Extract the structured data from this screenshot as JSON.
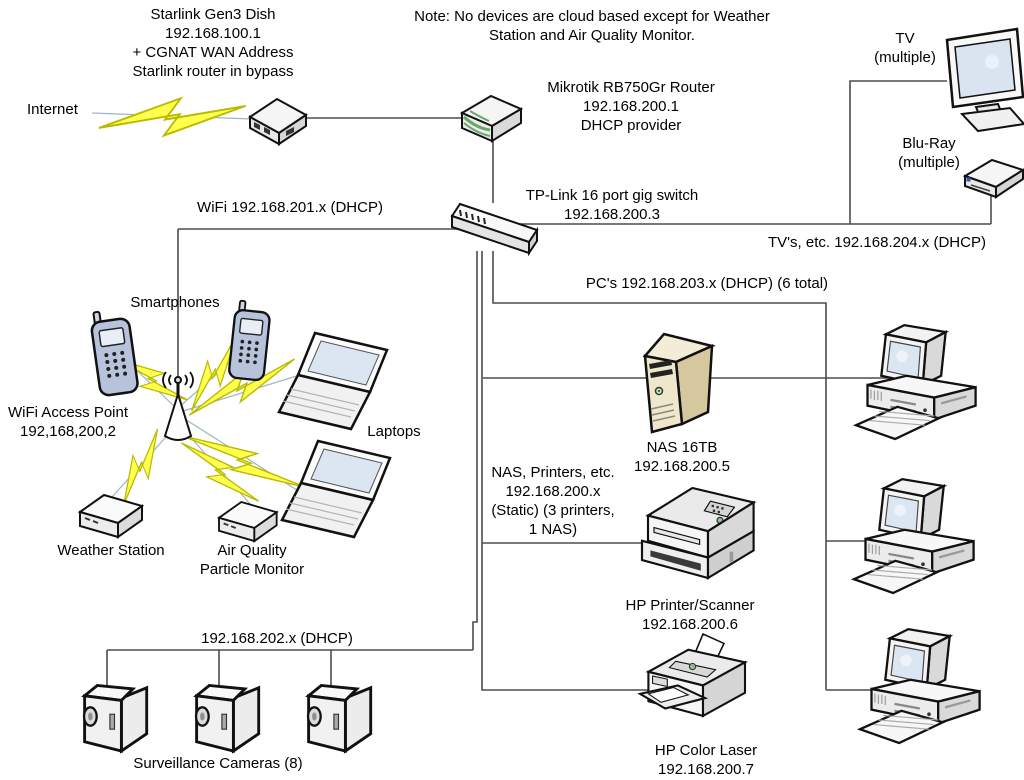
{
  "colors": {
    "background": "#ffffff",
    "link_line": "#4d4d4d",
    "wireless_line": "#9fb6bf",
    "bolt_fill": "#ffff4d",
    "bolt_stroke": "#b9b900",
    "nas_front": "#efe7cc",
    "nas_side": "#d6c89e",
    "screen_blue": "#dce6f2",
    "phone_body": "#b6c3da",
    "led_green": "#7fbf7f"
  },
  "icons": {
    "internet_link": "lightning-bolt",
    "starlink_modem": "modem-box",
    "router": "router-box",
    "switch": "switch-bar",
    "tv": "flat-tv",
    "bluray": "player-box",
    "smartphone": "mobile-phone",
    "access_point": "antenna-cone",
    "laptop": "notebook",
    "weather_station": "sensor-box",
    "air_quality": "sensor-box",
    "nas": "tower-server",
    "printer_scanner": "laser-printer",
    "color_laser": "inkjet-printer",
    "pc": "desktop-computer",
    "camera": "security-camera"
  },
  "nodes": {
    "note": {
      "caption": "Note: No devices are cloud based except for Weather\nStation and Air Quality Monitor."
    },
    "starlink": {
      "caption": "Starlink Gen3 Dish\n192.168.100.1\n+ CGNAT WAN Address\nStarlink router in bypass"
    },
    "internet": {
      "caption": "Internet"
    },
    "router": {
      "caption": "Mikrotik RB750Gr Router\n192.168.200.1\nDHCP provider"
    },
    "switch": {
      "caption": "TP-Link 16 port gig switch\n192.168.200.3"
    },
    "wifi_segment": {
      "caption": "WiFi 192.168.201.x (DHCP)"
    },
    "tv": {
      "caption": "TV\n(multiple)"
    },
    "bluray": {
      "caption": "Blu-Ray\n(multiple)"
    },
    "tv_segment": {
      "caption": "TV's, etc. 192.168.204.x (DHCP)"
    },
    "pc_segment": {
      "caption": "PC's 192.168.203.x (DHCP) (6 total)"
    },
    "smartphones": {
      "caption": "Smartphones"
    },
    "access_point": {
      "caption": "WiFi Access Point\n192,168,200,2"
    },
    "laptops": {
      "caption": "Laptops"
    },
    "weather_station": {
      "caption": "Weather Station"
    },
    "air_quality": {
      "caption": "Air Quality\nParticle Monitor"
    },
    "nas": {
      "caption": "NAS 16TB\n192.168.200.5"
    },
    "static_segment": {
      "caption": "NAS, Printers, etc.\n192.168.200.x\n(Static) (3 printers,\n1 NAS)"
    },
    "printer_scanner": {
      "caption": "HP Printer/Scanner\n192.168.200.6"
    },
    "color_laser": {
      "caption": "HP Color Laser\n192.168.200.7"
    },
    "camera_segment": {
      "caption": "192.168.202.x (DHCP)"
    },
    "cameras": {
      "caption": "Surveillance Cameras (8)"
    }
  }
}
